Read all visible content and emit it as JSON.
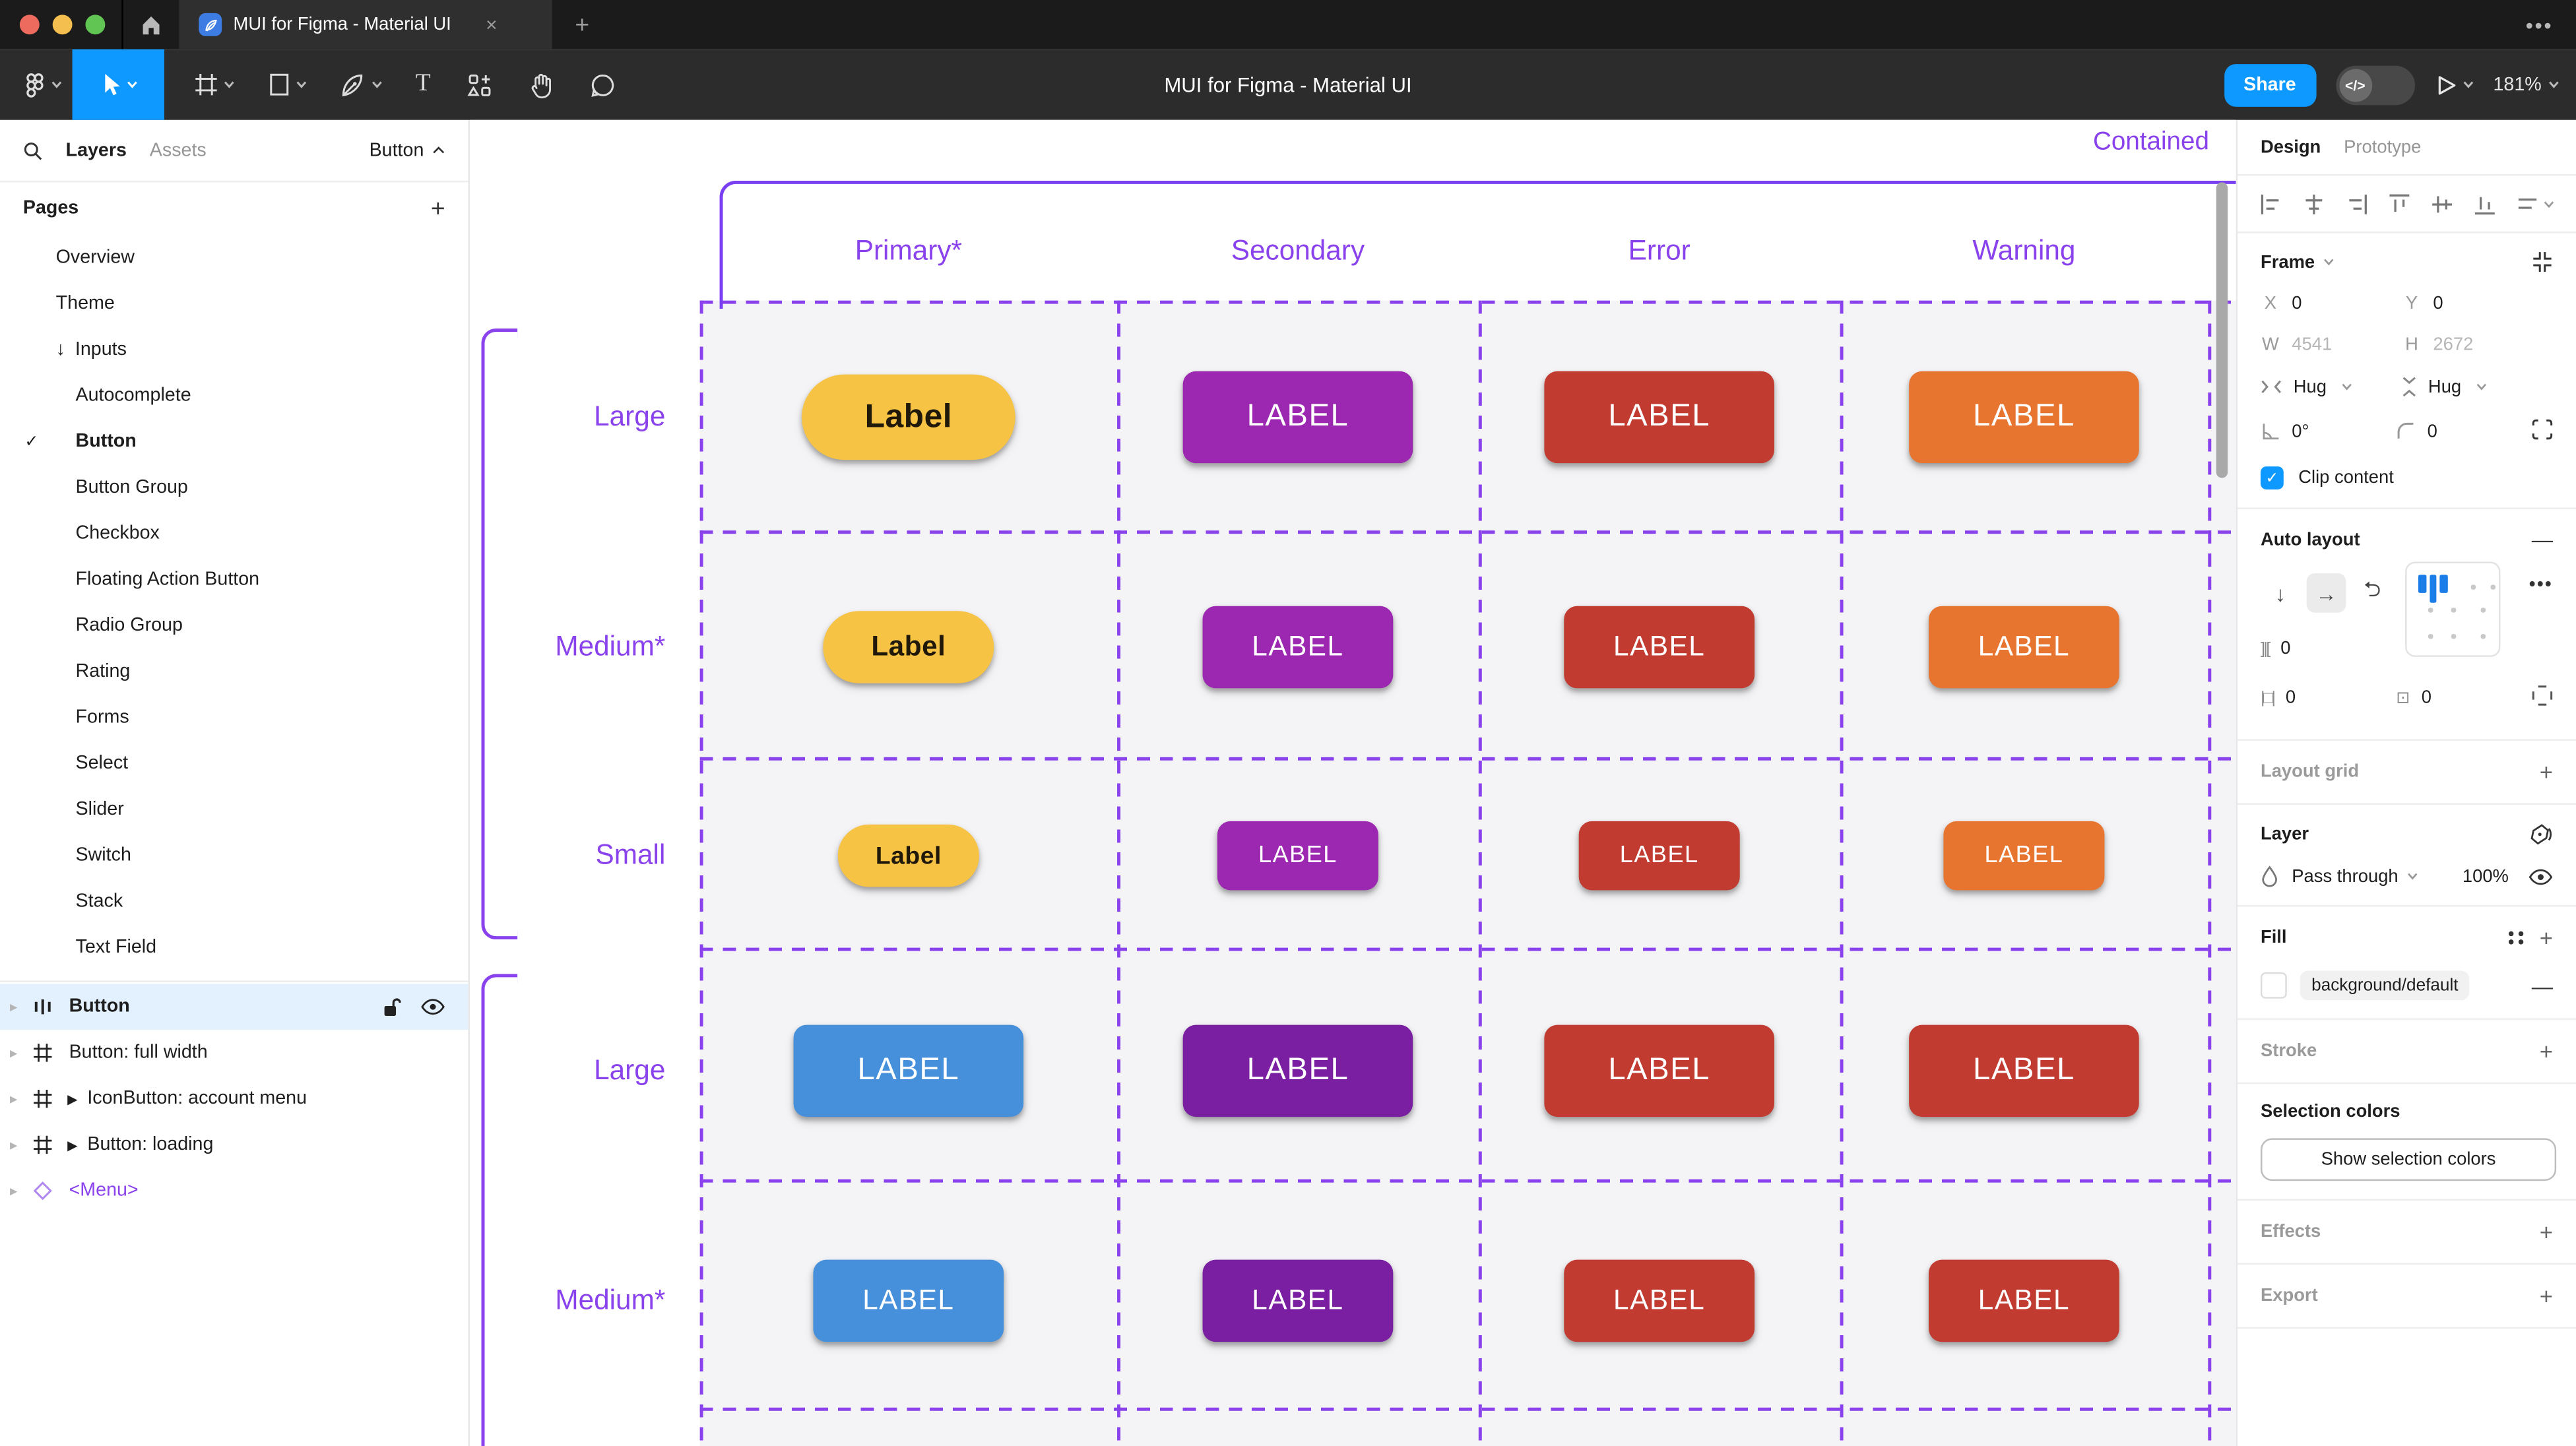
{
  "window": {
    "tab_title": "MUI for Figma - Material UI",
    "tab_close": "×",
    "new_tab": "+",
    "window_menu": "•••",
    "toolbar_title": "MUI for Figma - Material UI",
    "share_label": "Share",
    "devmode_label": "</>",
    "zoom_level": "181%",
    "traffic_colors": [
      "#EC6A5E",
      "#F4BF4F",
      "#61C554"
    ],
    "accent_blue": "#0D99FF"
  },
  "left_panel": {
    "tabs": [
      {
        "label": "Layers",
        "active": true
      },
      {
        "label": "Assets",
        "active": false
      }
    ],
    "filter_label": "Button",
    "pages_header": "Pages",
    "pages_add": "+",
    "pages": [
      {
        "label": "Overview",
        "indent": 1
      },
      {
        "label": "Theme",
        "indent": 1
      },
      {
        "label": "Inputs",
        "indent": 1,
        "arrow": "↓"
      },
      {
        "label": "Autocomplete",
        "indent": 2
      },
      {
        "label": "Button",
        "indent": 2,
        "bold": true,
        "check": "✓"
      },
      {
        "label": "Button Group",
        "indent": 2
      },
      {
        "label": "Checkbox",
        "indent": 2
      },
      {
        "label": "Floating Action Button",
        "indent": 2
      },
      {
        "label": "Radio Group",
        "indent": 2
      },
      {
        "label": "Rating",
        "indent": 2
      },
      {
        "label": "Forms",
        "indent": 2
      },
      {
        "label": "Select",
        "indent": 2
      },
      {
        "label": "Slider",
        "indent": 2
      },
      {
        "label": "Switch",
        "indent": 2
      },
      {
        "label": "Stack",
        "indent": 2
      },
      {
        "label": "Text Field",
        "indent": 2
      }
    ],
    "layers": [
      {
        "label": "Button",
        "icon": "autolayout",
        "selected": true,
        "lock": true,
        "eye": true
      },
      {
        "label": "Button: full width",
        "icon": "frame"
      },
      {
        "label": "IconButton: account menu",
        "icon": "frame",
        "component_arrow": "▶"
      },
      {
        "label": "Button: loading",
        "icon": "frame",
        "component_arrow": "▶"
      },
      {
        "label": "<Menu>",
        "icon": "diamond",
        "purple": true
      }
    ]
  },
  "canvas": {
    "frame_title": "Contained",
    "columns": [
      "Primary*",
      "Secondary",
      "Error",
      "Warning"
    ],
    "annotation_color": "#8a43ec",
    "rows": [
      {
        "label": "Large",
        "size": "lg",
        "cells": [
          {
            "text": "Label",
            "color": "#F6C344",
            "dark": true,
            "pill": true
          },
          {
            "text": "LABEL",
            "color": "#9C27B0"
          },
          {
            "text": "LABEL",
            "color": "#C23B31"
          },
          {
            "text": "LABEL",
            "color": "#E8752F"
          }
        ]
      },
      {
        "label": "Medium*",
        "size": "md",
        "cells": [
          {
            "text": "Label",
            "color": "#F6C344",
            "dark": true,
            "pill": true
          },
          {
            "text": "LABEL",
            "color": "#9C27B0"
          },
          {
            "text": "LABEL",
            "color": "#C23B31"
          },
          {
            "text": "LABEL",
            "color": "#E8752F"
          }
        ]
      },
      {
        "label": "Small",
        "size": "sm",
        "cells": [
          {
            "text": "Label",
            "color": "#F6C344",
            "dark": true,
            "pill": true
          },
          {
            "text": "LABEL",
            "color": "#9C27B0"
          },
          {
            "text": "LABEL",
            "color": "#C23B31"
          },
          {
            "text": "LABEL",
            "color": "#E8752F"
          }
        ]
      },
      {
        "label": "Large",
        "size": "lg",
        "cells": [
          {
            "text": "LABEL",
            "color": "#4690DB"
          },
          {
            "text": "LABEL",
            "color": "#7B1FA2"
          },
          {
            "text": "LABEL",
            "color": "#C23B31"
          },
          {
            "text": "LABEL",
            "color": "#C23B31"
          }
        ]
      },
      {
        "label": "Medium*",
        "size": "md",
        "cells": [
          {
            "text": "LABEL",
            "color": "#4690DB"
          },
          {
            "text": "LABEL",
            "color": "#7B1FA2"
          },
          {
            "text": "LABEL",
            "color": "#C23B31"
          },
          {
            "text": "LABEL",
            "color": "#C23B31"
          }
        ]
      }
    ]
  },
  "right_panel": {
    "tabs": [
      {
        "label": "Design",
        "active": true
      },
      {
        "label": "Prototype",
        "active": false
      }
    ],
    "frame": {
      "title": "Frame",
      "x_label": "X",
      "x": "0",
      "y_label": "Y",
      "y": "0",
      "w_label": "W",
      "w": "4541",
      "h_label": "H",
      "h": "2672",
      "hug_h": "Hug",
      "hug_v": "Hug",
      "rotation": "0°",
      "corner_radius": "0",
      "clip_content": "Clip content"
    },
    "auto_layout": {
      "title": "Auto layout",
      "gap": "0",
      "padding_h": "0",
      "padding_v": "0"
    },
    "layout_grid": {
      "title": "Layout grid"
    },
    "layer": {
      "title": "Layer",
      "blend_mode": "Pass through",
      "opacity": "100%"
    },
    "fill": {
      "title": "Fill",
      "token": "background/default"
    },
    "stroke": {
      "title": "Stroke"
    },
    "selection_colors": {
      "title": "Selection colors",
      "show_button": "Show selection colors"
    },
    "effects": {
      "title": "Effects"
    },
    "export": {
      "title": "Export"
    }
  }
}
